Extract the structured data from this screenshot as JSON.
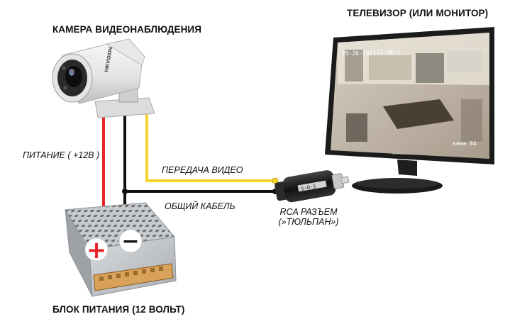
{
  "labels": {
    "camera": "КАМЕРА ВИДЕОНАБЛЮДЕНИЯ",
    "tv": "ТЕЛЕВИЗОР (ИЛИ МОНИТОР)",
    "power_wire": "ПИТАНИЕ ( +12В )",
    "video_wire": "ПЕРЕДАЧА ВИДЕО",
    "common_wire": "ОБЩИЙ КАБЕЛЬ",
    "rca_line1": "RCA РАЗЪЕМ",
    "rca_line2": "(»ТЮЛЬПАН»)",
    "psu": "БЛОК ПИТАНИЯ (12 ВОЛЬТ)"
  },
  "device_text": {
    "camera_brand": "HIKVISION",
    "monitor_brand": "SAMSUNG",
    "osd_date": "05-26-2011",
    "osd_time": "13:40:2",
    "osd_cam": "кема 04",
    "plus_sign": "+",
    "minus_sign": "−"
  },
  "colors": {
    "power_wire": "#e8262a",
    "video_wire": "#f5d22c",
    "common_wire": "#111111"
  }
}
